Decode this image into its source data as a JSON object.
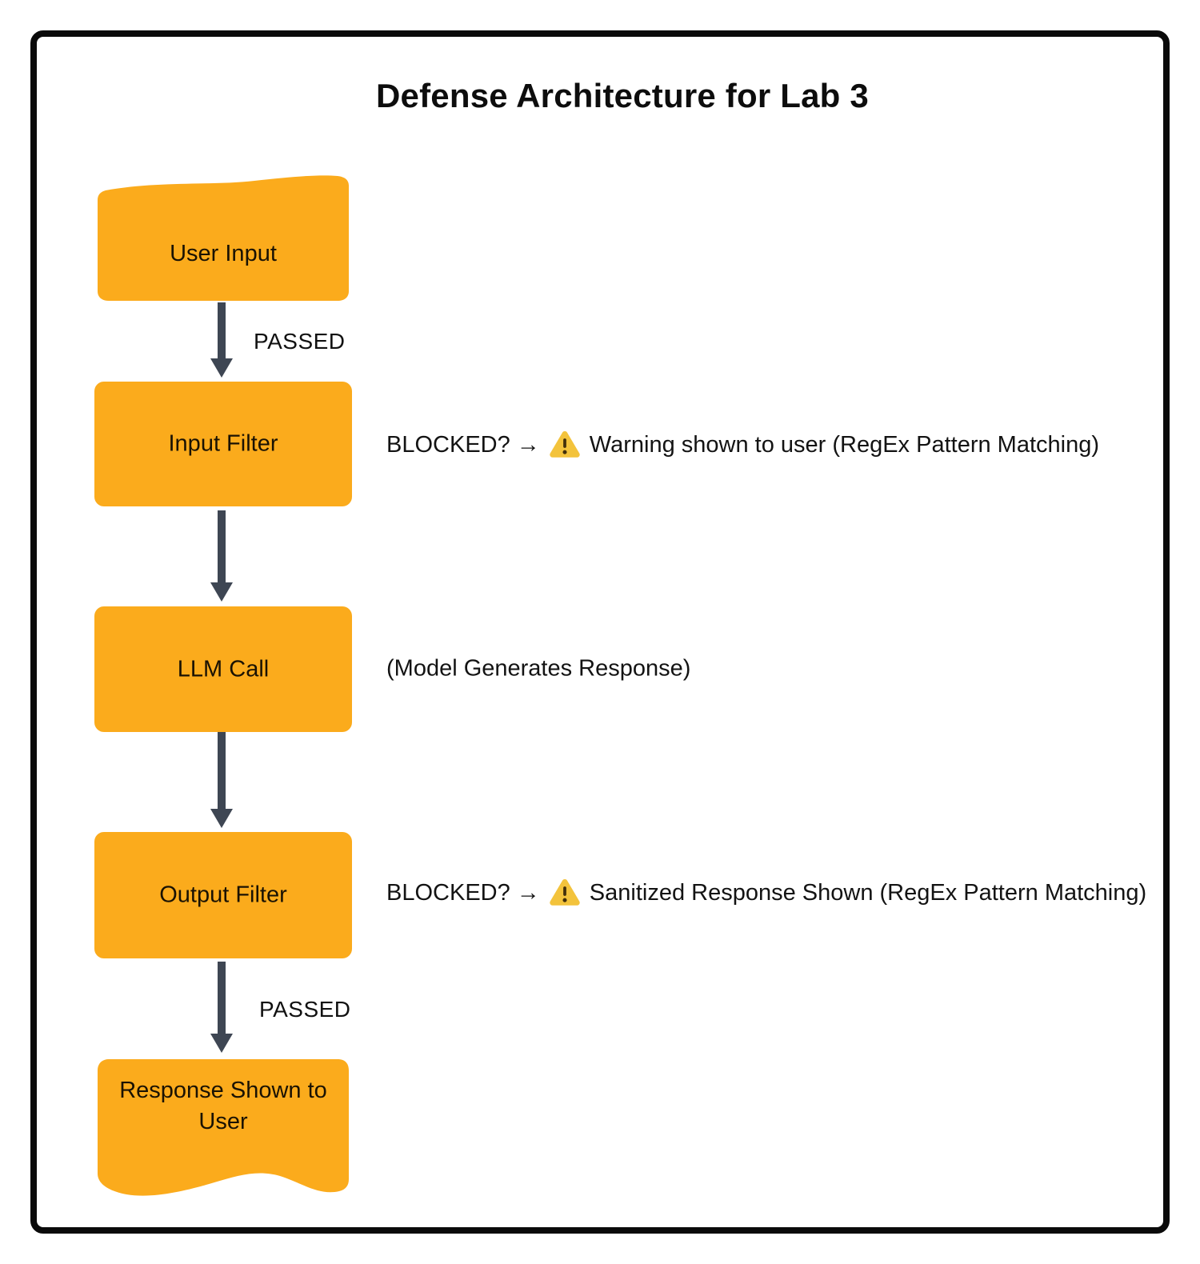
{
  "title": "Defense Architecture for Lab 3",
  "flow": {
    "nodes": [
      {
        "id": "user-input",
        "shape": "document-top",
        "label": "User Input"
      },
      {
        "id": "input-filter",
        "shape": "process",
        "label": "Input Filter"
      },
      {
        "id": "llm-call",
        "shape": "process",
        "label": "LLM Call"
      },
      {
        "id": "output-filter",
        "shape": "process",
        "label": "Output Filter"
      },
      {
        "id": "response-shown-to-user",
        "shape": "document-bottom",
        "label": "Response Shown to User"
      }
    ],
    "edges": [
      {
        "from": "user-input",
        "to": "input-filter",
        "label": "PASSED"
      },
      {
        "from": "input-filter",
        "to": "llm-call",
        "label": ""
      },
      {
        "from": "llm-call",
        "to": "output-filter",
        "label": ""
      },
      {
        "from": "output-filter",
        "to": "response-shown-to-user",
        "label": "PASSED"
      }
    ],
    "annotations": [
      {
        "anchor": "input-filter",
        "prefix": "BLOCKED? →",
        "icon": "warning-icon",
        "text": "Warning shown to user (RegEx Pattern Matching)"
      },
      {
        "anchor": "llm-call",
        "prefix": "",
        "icon": "",
        "text": "(Model Generates Response)"
      },
      {
        "anchor": "output-filter",
        "prefix": "BLOCKED? →",
        "icon": "warning-icon",
        "text": "Sanitized Response Shown (RegEx Pattern Matching)"
      }
    ]
  },
  "colors": {
    "node_fill": "#FBAB1C",
    "node_text": "#1A1203",
    "arrow": "#3E4653",
    "text": "#111111",
    "frame_border": "#0A0A0A",
    "warning_triangle": "#F3C33C",
    "warning_glyph": "#42300B",
    "background": "#FFFFFF"
  }
}
